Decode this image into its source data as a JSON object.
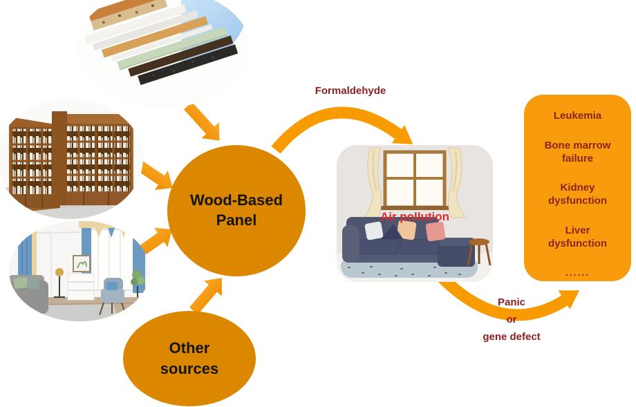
{
  "colors": {
    "node_orange": "#DB8700",
    "panel_orange": "#F89C0E",
    "arrow_orange_light": "#FAA829",
    "arrow_orange_dark": "#EF8E00",
    "maroon_text": "#8B1F22",
    "red_text": "#DC2C2C",
    "sky_blue": "#AFD3F0",
    "node_text": "#141414"
  },
  "center_node": {
    "label": "Wood-Based Panel"
  },
  "other_sources_node": {
    "label": "Other sources"
  },
  "labels": {
    "formaldehyde": "Formaldehyde",
    "panic_line1": "Panic",
    "panic_line2": "or",
    "panic_line3": "gene defect"
  },
  "indoor_scene": {
    "label": "Air pollution"
  },
  "effects_panel": {
    "items": [
      "Leukemia",
      "Bone marrow failure",
      "Kidney dysfunction",
      "Liver dysfunction",
      "......"
    ]
  }
}
